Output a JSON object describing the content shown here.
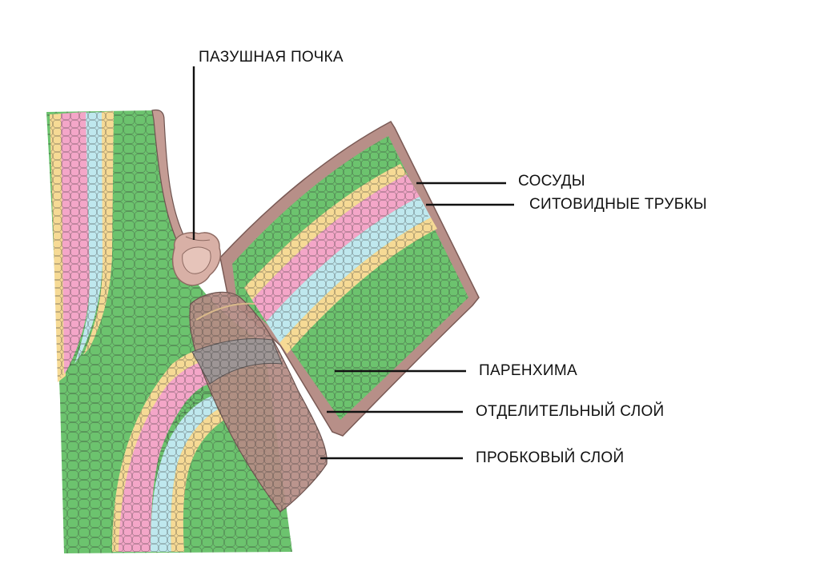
{
  "labels": {
    "axillary_bud": "ПАЗУШНАЯ ПОЧКА",
    "vessels": "СОСУДЫ",
    "sieve_tubes": "СИТОВИДНЫЕ ТРУБКЫ",
    "parenchyma": "ПАРЕНХИМА",
    "abscission_layer": "ОТДЕЛИТЕЛЬНЫЙ СЛОЙ",
    "cork_layer": "ПРОБКОВЫЙ СЛОЙ"
  },
  "colors": {
    "parenchyma": "#6cc36e",
    "vessels": "#f4a6c8",
    "sieve_tubes": "#bfe8ee",
    "cambium": "#f6da95",
    "epidermis": "#c49c94",
    "cork": "#b88f86",
    "abscission": "#9c9696",
    "bud": "#d8b0a6",
    "outline": "#2a2a2a"
  }
}
